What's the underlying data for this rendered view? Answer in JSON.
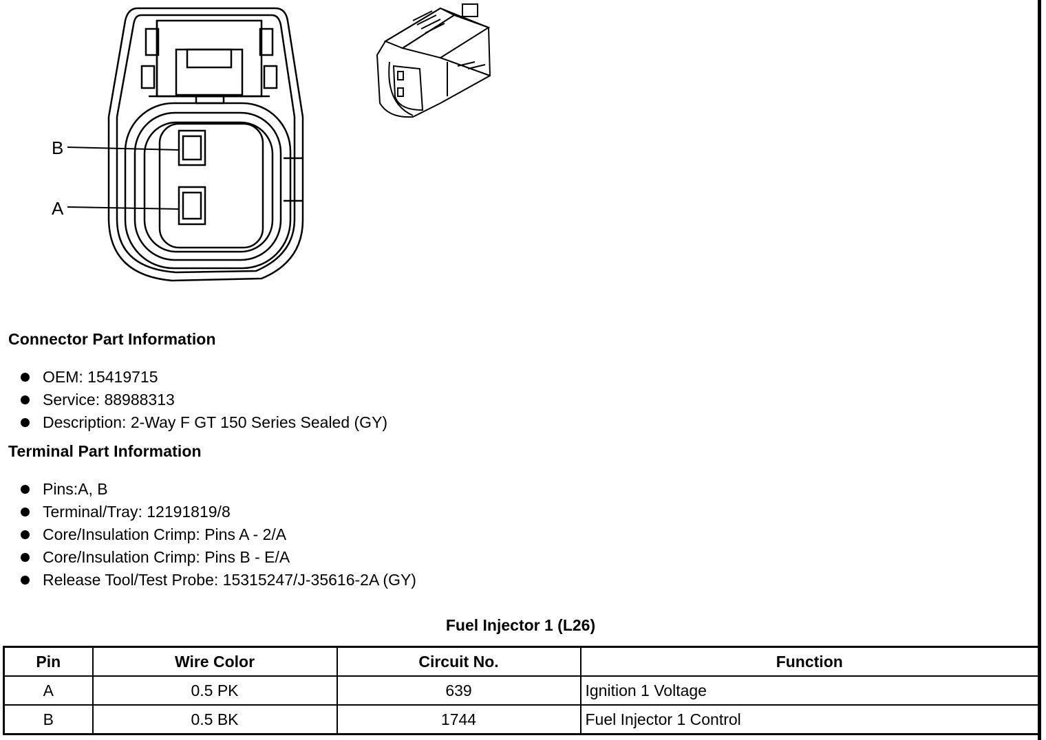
{
  "diagram": {
    "pin_labels": [
      "B",
      "A"
    ]
  },
  "connector_section": {
    "heading": "Connector Part Information",
    "items": [
      "OEM: 15419715",
      "Service: 88988313",
      "Description: 2-Way F GT 150 Series Sealed (GY)"
    ]
  },
  "terminal_section": {
    "heading": "Terminal Part Information",
    "items": [
      "Pins:A, B",
      "Terminal/Tray: 12191819/8",
      "Core/Insulation Crimp: Pins A - 2/A",
      "Core/Insulation Crimp: Pins B - E/A",
      "Release Tool/Test Probe: 15315247/J-35616-2A (GY)"
    ]
  },
  "table": {
    "title": "Fuel Injector 1 (L26)",
    "headers": [
      "Pin",
      "Wire Color",
      "Circuit No.",
      "Function"
    ],
    "rows": [
      [
        "A",
        "0.5 PK",
        "639",
        "Ignition 1 Voltage"
      ],
      [
        "B",
        "0.5 BK",
        "1744",
        "Fuel Injector 1 Control"
      ]
    ]
  }
}
